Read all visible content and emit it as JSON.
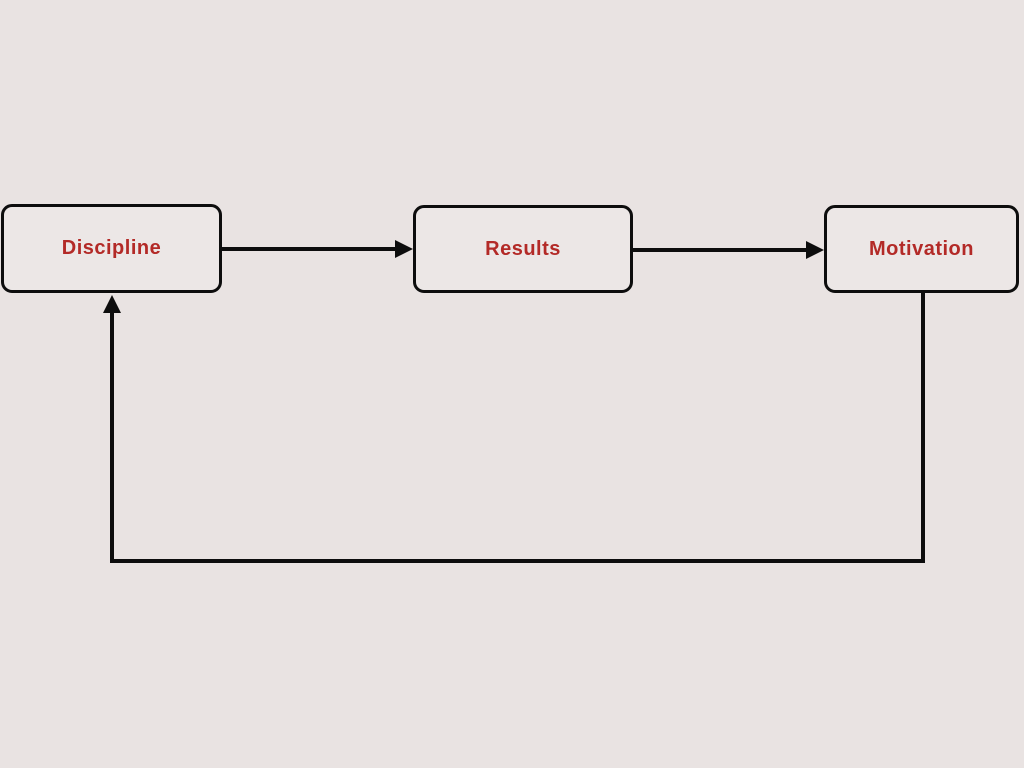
{
  "diagram": {
    "type": "flowchart-loop",
    "nodes": [
      {
        "id": "discipline",
        "label": "Discipline"
      },
      {
        "id": "results",
        "label": "Results"
      },
      {
        "id": "motivation",
        "label": "Motivation"
      }
    ],
    "edges": [
      {
        "from": "Discipline",
        "to": "Results",
        "style": "straight-arrow"
      },
      {
        "from": "Results",
        "to": "Motivation",
        "style": "straight-arrow"
      },
      {
        "from": "Motivation",
        "to": "Discipline",
        "style": "feedback-loop-arrow"
      }
    ],
    "colors": {
      "background": "#e9e3e2",
      "node_fill": "#ece7e6",
      "stroke": "#0d0d0d",
      "label": "#b32a27"
    }
  }
}
